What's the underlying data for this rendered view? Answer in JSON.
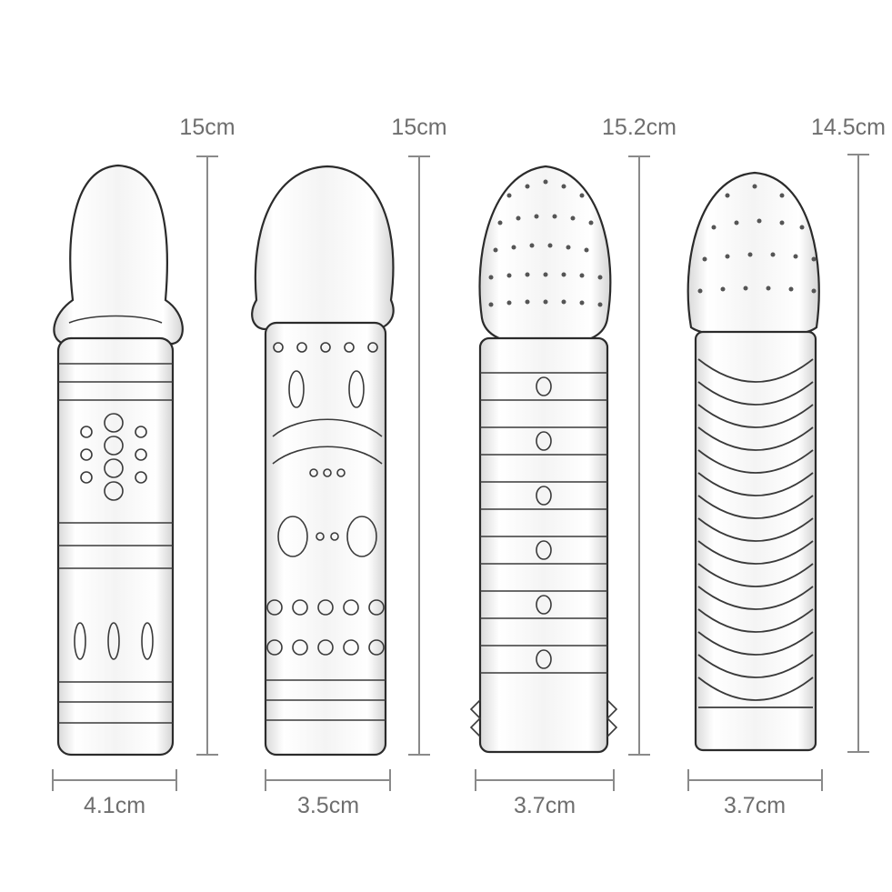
{
  "products": [
    {
      "id": "sleeve-1",
      "length": "15cm",
      "width": "4.1cm"
    },
    {
      "id": "sleeve-2",
      "length": "15cm",
      "width": "3.5cm"
    },
    {
      "id": "sleeve-3",
      "length": "15.2cm",
      "width": "3.7cm"
    },
    {
      "id": "sleeve-4",
      "length": "14.5cm",
      "width": "3.7cm"
    }
  ],
  "colors": {
    "dimension_line": "#8a8a8a",
    "label": "#6e6e6e",
    "outline": "#2b2b2b"
  }
}
